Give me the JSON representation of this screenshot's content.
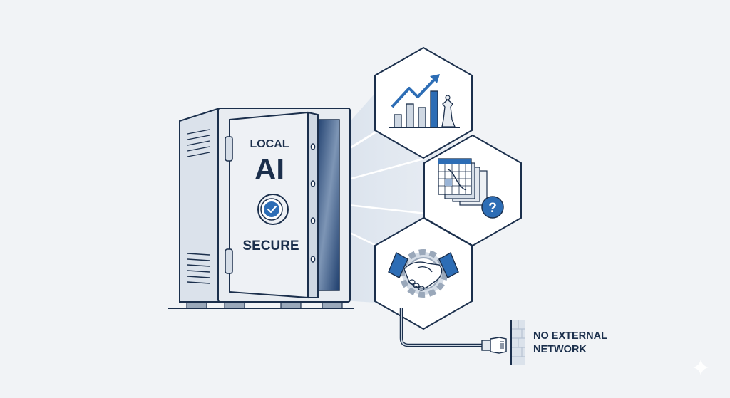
{
  "vault": {
    "title_small": "LOCAL",
    "title_large": "AI",
    "status_label": "SECURE",
    "status_icon": "check-badge-icon"
  },
  "capabilities": [
    {
      "name": "strategy-growth",
      "icon": "growth-chart-chess-icon"
    },
    {
      "name": "data-analysis",
      "icon": "spreadsheet-question-icon"
    },
    {
      "name": "partnership",
      "icon": "handshake-gear-icon"
    }
  ],
  "network": {
    "line1": "NO EXTERNAL",
    "line2": "NETWORK",
    "icon": "ethernet-plug-firewall-icon"
  },
  "colors": {
    "background": "#f1f3f6",
    "outline": "#1b2f4c",
    "accent": "#2d6db5",
    "dark_blue": "#1f3f6e",
    "light_steel": "#e3e8ef"
  }
}
